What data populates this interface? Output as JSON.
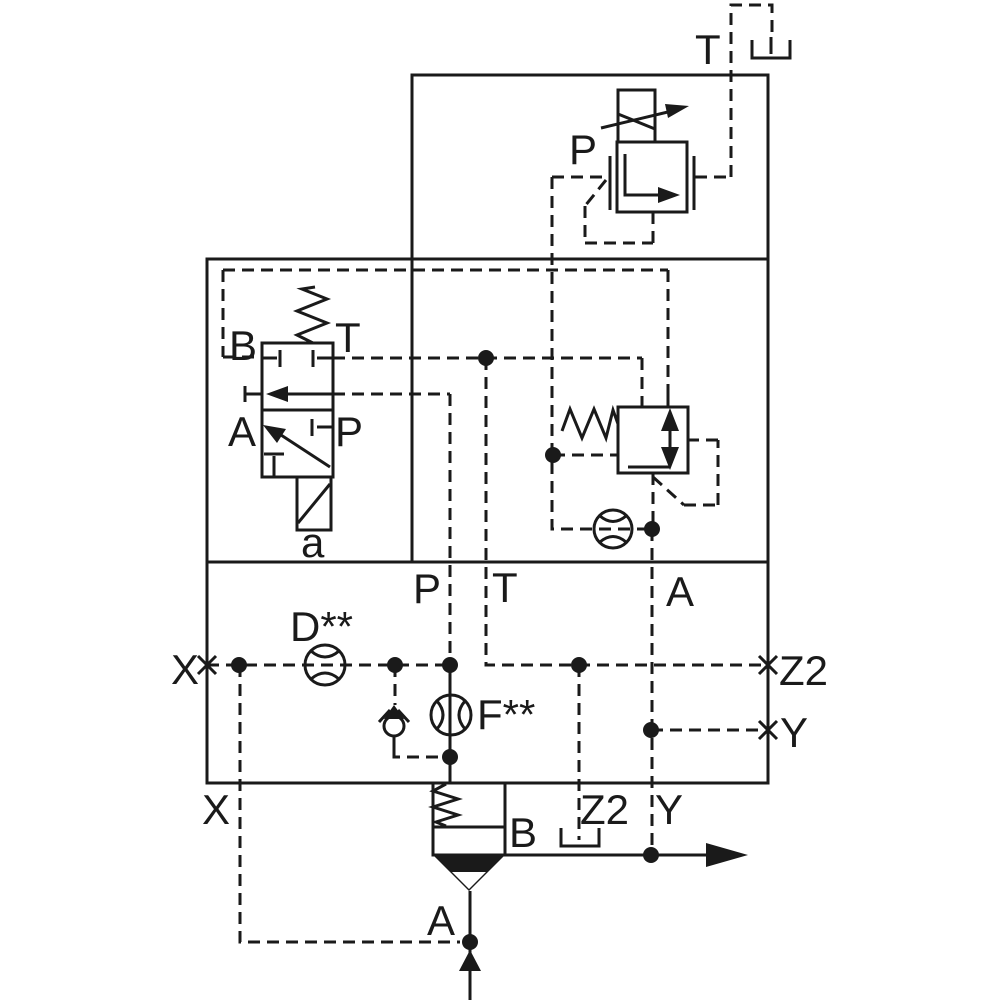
{
  "colors": {
    "ink": "#1a1a1a",
    "background": "#ffffff"
  },
  "labels": {
    "tank_port": "T",
    "relief_inlet": "P",
    "dir_valve_b": "B",
    "dir_valve_t": "T",
    "dir_valve_a": "A",
    "dir_valve_p": "P",
    "solenoid": "a",
    "main_port_p": "P",
    "main_port_t": "T",
    "main_port_a": "A",
    "port_x": "X",
    "orifice_d": "D**",
    "orifice_f": "F**",
    "port_z2": "Z2",
    "port_y": "Y",
    "port_x_bottom": "X",
    "port_z2_bottom": "Z2",
    "port_y_bottom": "Y",
    "port_b": "B",
    "port_a": "A"
  }
}
